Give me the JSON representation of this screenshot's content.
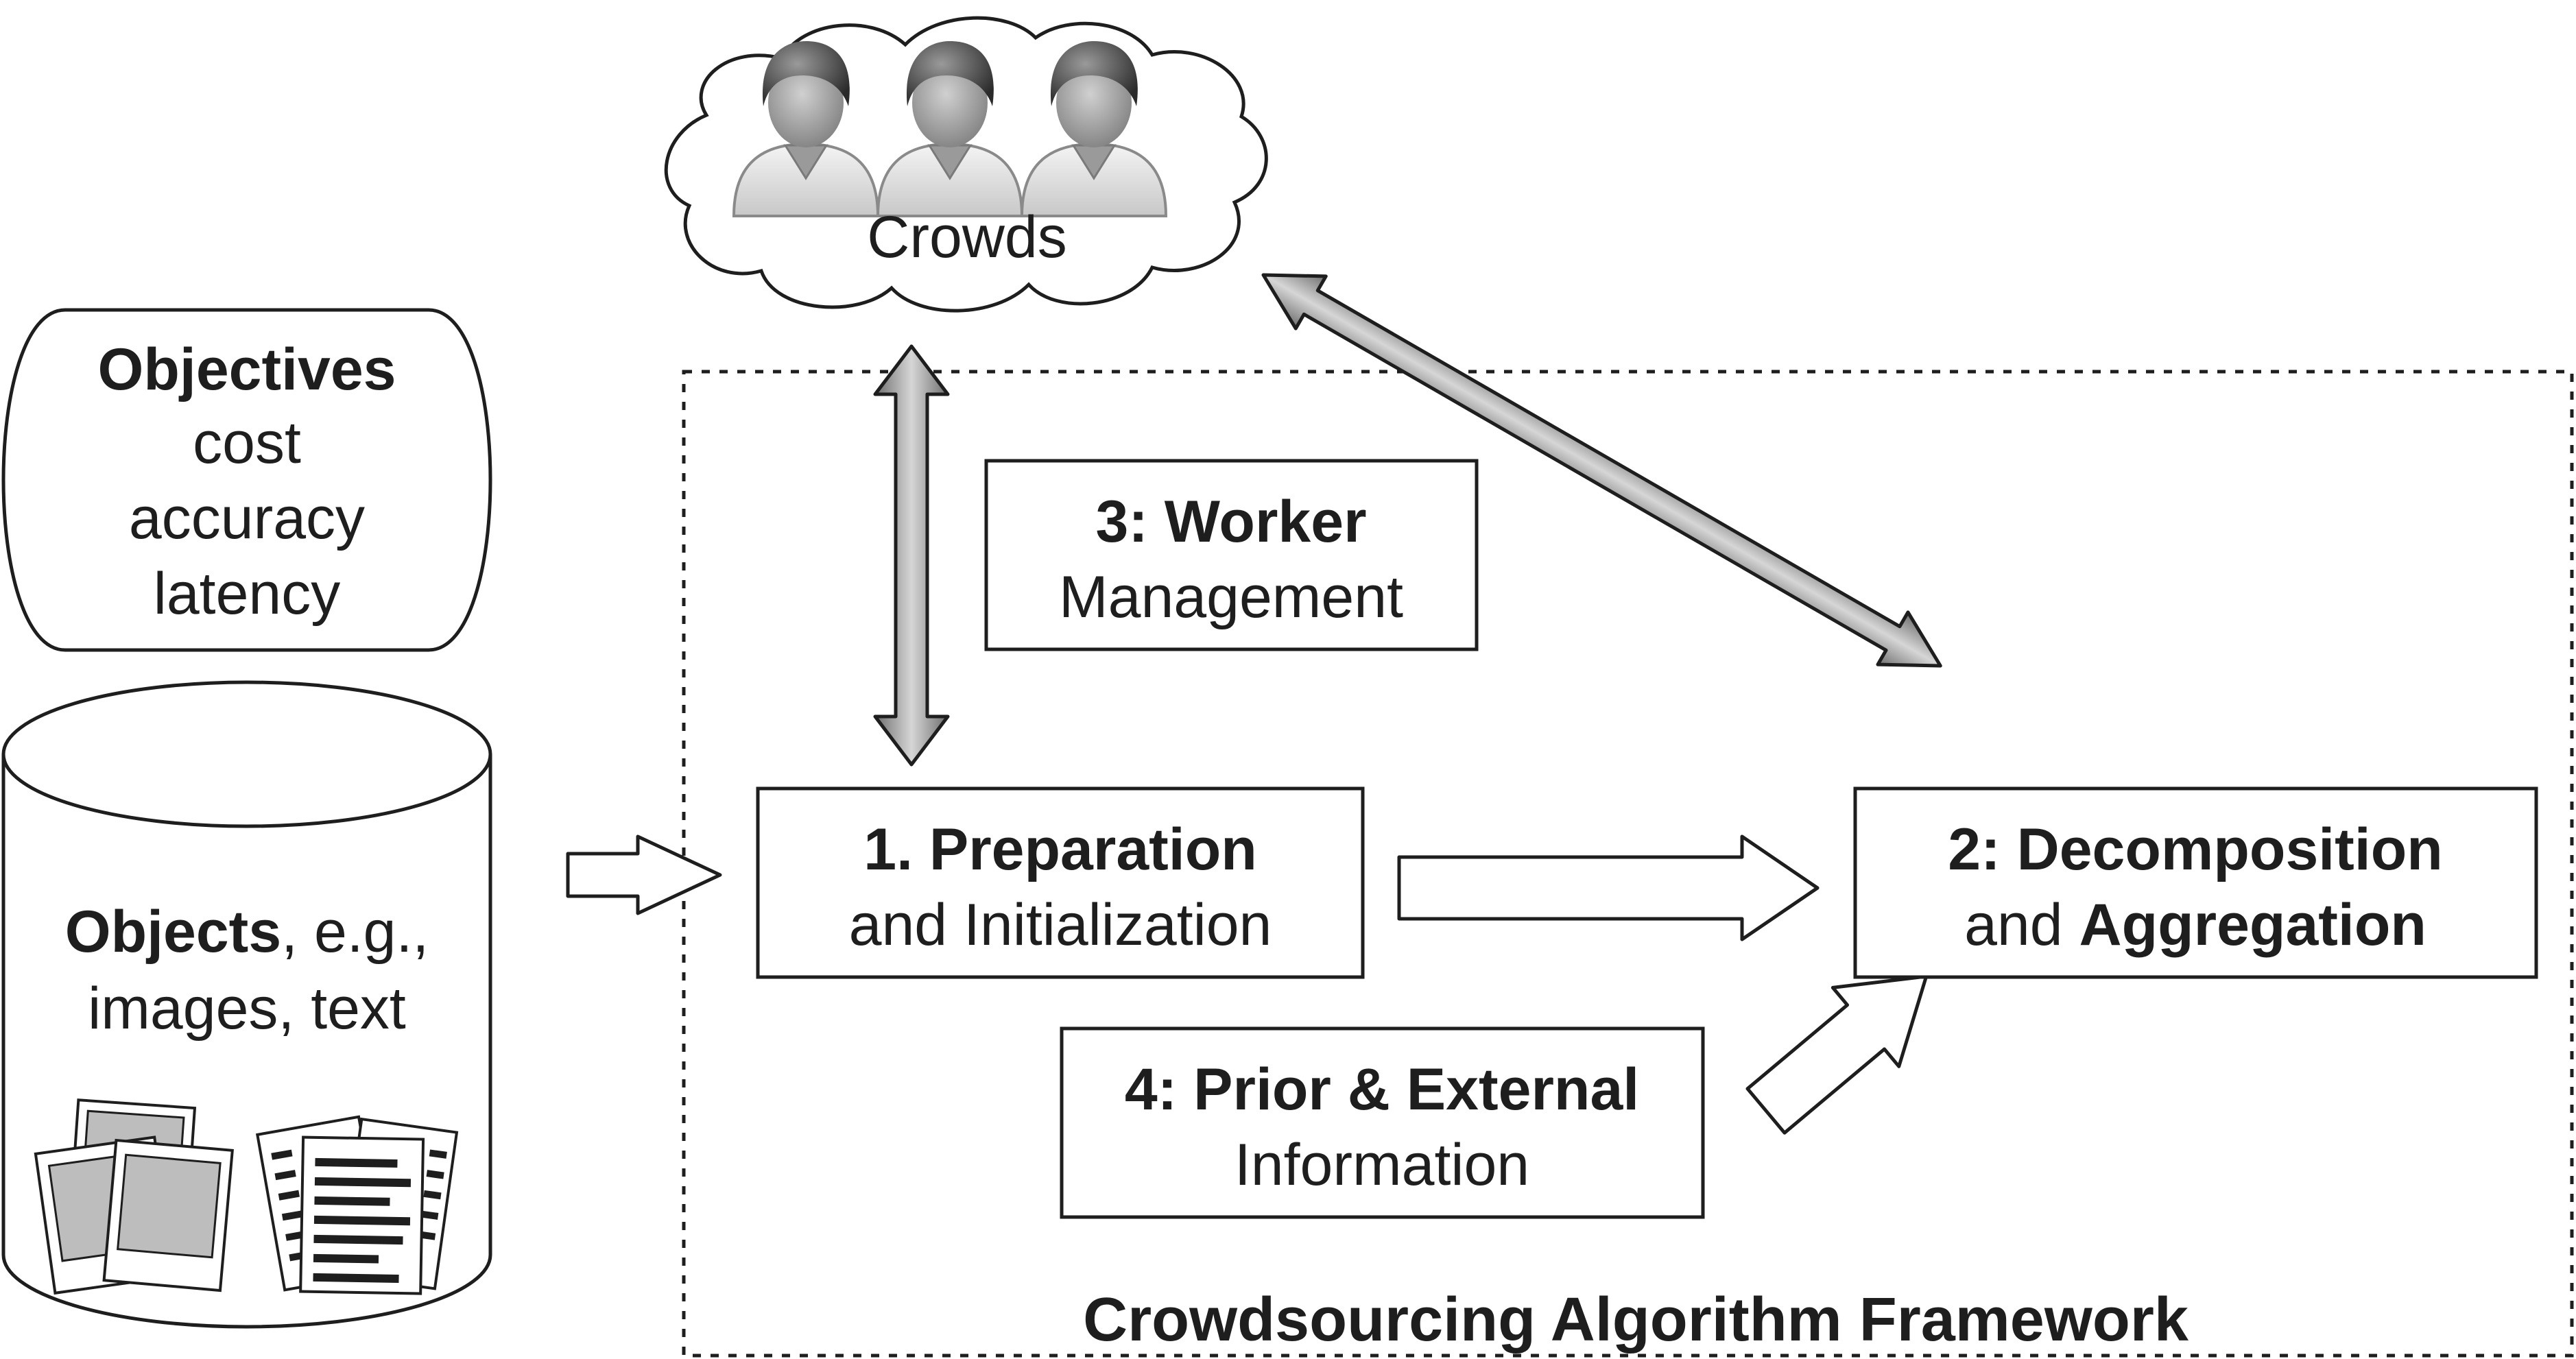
{
  "crowds": {
    "label": "Crowds",
    "icon": "person-icon"
  },
  "objectives": {
    "title": "Objectives",
    "items": [
      "cost",
      "accuracy",
      "latency"
    ]
  },
  "objects": {
    "bold": "Objects",
    "rest": ", e.g.,",
    "line2": "images, text",
    "icons": [
      "photo-icon",
      "document-icon"
    ]
  },
  "framework": {
    "label": "Crowdsourcing Algorithm Framework"
  },
  "worker_management": {
    "bold": "3: Worker",
    "line2": "Management"
  },
  "preparation": {
    "bold": "1. Preparation",
    "line2": "and Initialization"
  },
  "decomposition": {
    "num": "2",
    "bold1": ": Decomposition",
    "and": "and ",
    "bold2": "Aggregation"
  },
  "prior": {
    "bold": "4: Prior & External",
    "line2": "Information"
  },
  "colors": {
    "stroke": "#1e1e1e",
    "arrow_gray": "#9a9a9a",
    "photo_gray": "#bdbdbd"
  }
}
